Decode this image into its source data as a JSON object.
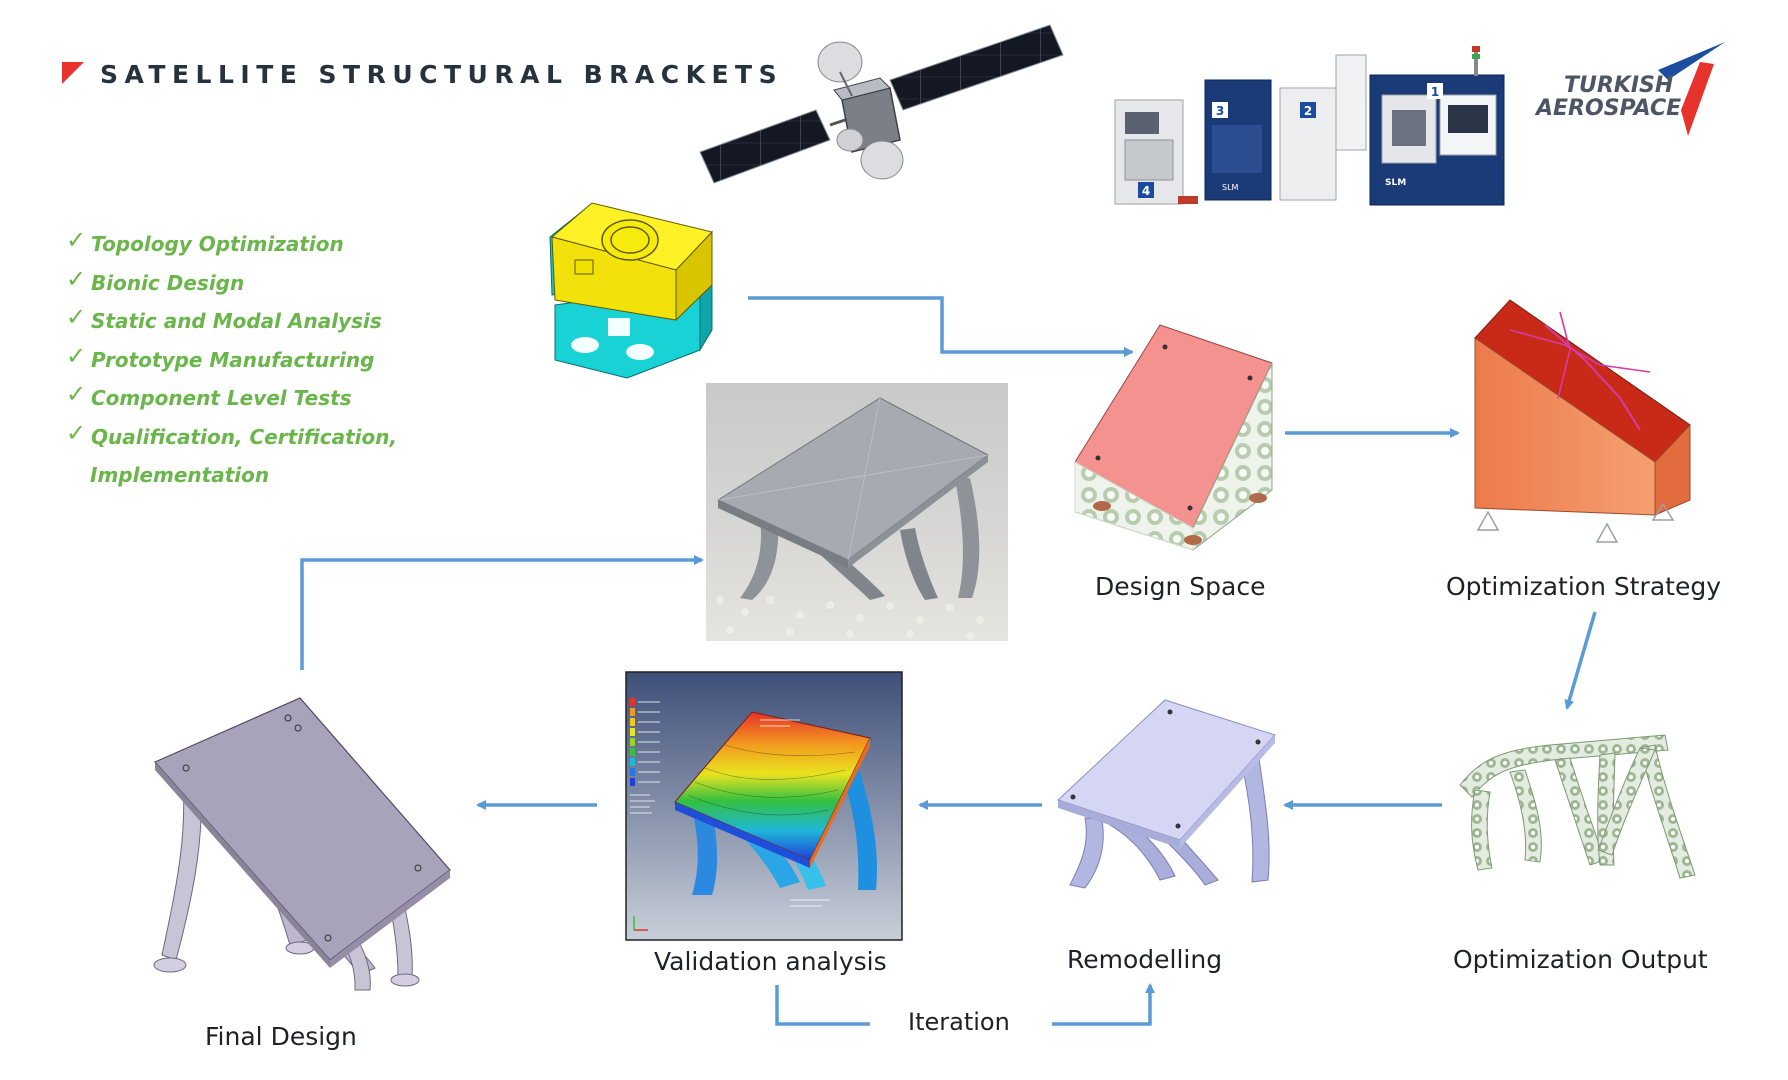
{
  "title": "SATELLITE STRUCTURAL BRACKETS",
  "checklist": [
    "Topology Optimization",
    "Bionic Design",
    "Static and Modal Analysis",
    "Prototype Manufacturing",
    "Component Level Tests",
    "Qualification, Certification,",
    "Implementation"
  ],
  "check_glyph": "✓",
  "logo": {
    "line1": "TURKISH",
    "line2": "AEROSPACE"
  },
  "machine_numbers": [
    "1",
    "2",
    "3",
    "4"
  ],
  "machine_brand": "SLM",
  "labels": {
    "design_space": "Design Space",
    "optimization_strategy": "Optimization Strategy",
    "optimization_output": "Optimization Output",
    "remodelling": "Remodelling",
    "validation_analysis": "Validation analysis",
    "final_design": "Final Design",
    "iteration": "Iteration"
  },
  "colors": {
    "title_text": "#26323e",
    "check_green": "#6ab64b",
    "arrow_blue": "#5b9bd5",
    "flag_red": "#e8322c",
    "logo_red": "#e8322c",
    "logo_blue": "#1c4d9e",
    "logo_text": "#4d5664"
  }
}
